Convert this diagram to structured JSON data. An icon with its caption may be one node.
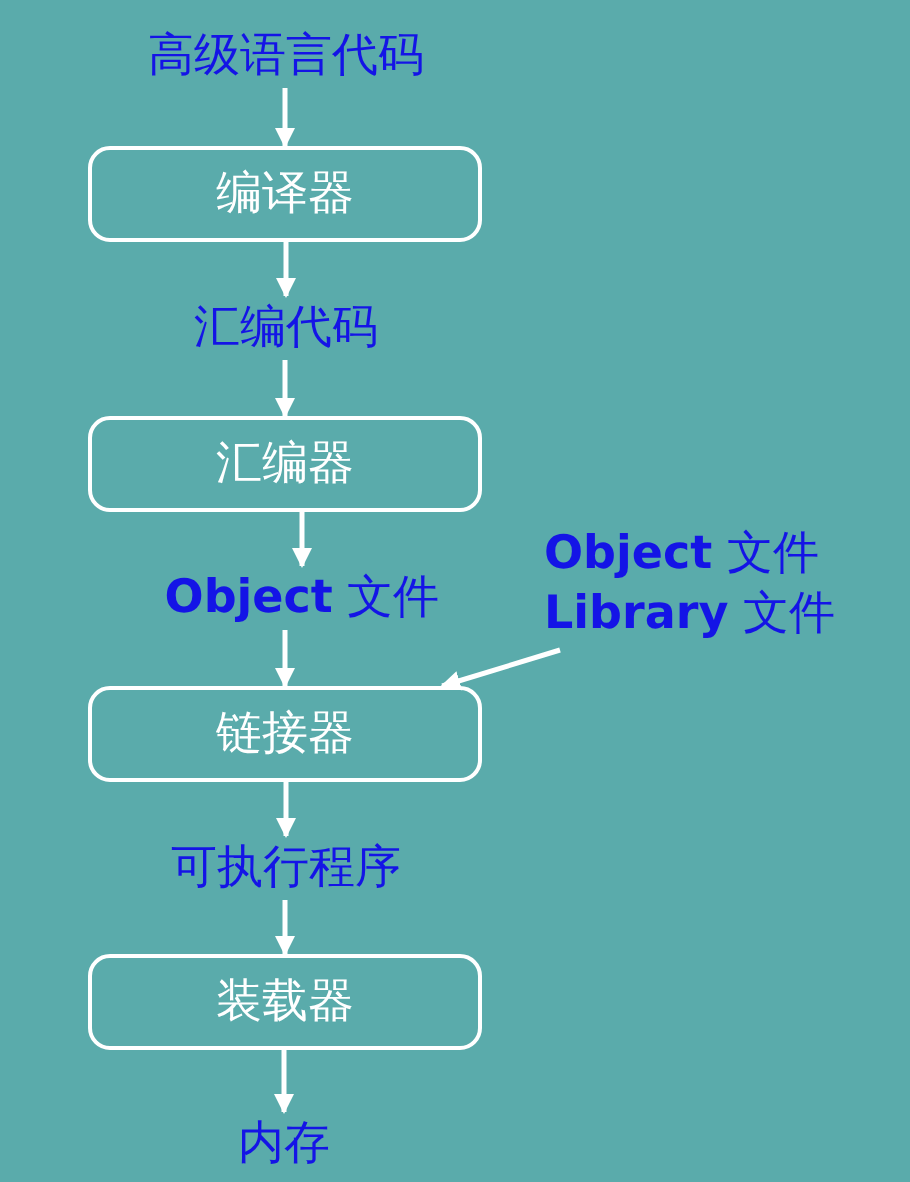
{
  "diagram": {
    "nodes": [
      {
        "text": [
          "高级语言代码"
        ]
      },
      {
        "text": [
          "编译器"
        ]
      },
      {
        "text": [
          "汇编代码"
        ]
      },
      {
        "text": [
          "汇编器"
        ]
      },
      {
        "text": [
          "**Object** 文件"
        ]
      },
      {
        "text": [
          "链接器"
        ]
      },
      {
        "text": [
          "**Object** 文件",
          "**Library** 文件"
        ]
      },
      {
        "text": [
          "可执行程序"
        ]
      },
      {
        "text": [
          "装载器"
        ]
      },
      {
        "text": [
          "内存"
        ]
      }
    ],
    "edges": [
      {
        "from": 0,
        "to": 1,
        "arrow": "to"
      },
      {
        "from": 1,
        "to": 2,
        "arrow": "to"
      },
      {
        "from": 2,
        "to": 3,
        "arrow": "to"
      },
      {
        "from": 3,
        "to": 4,
        "arrow": "to"
      },
      {
        "from": 4,
        "to": 5,
        "arrow": "to"
      },
      {
        "from": 6,
        "to": 5,
        "arrow": "to"
      },
      {
        "from": 5,
        "to": 7,
        "arrow": "to"
      },
      {
        "from": 7,
        "to": 8,
        "arrow": "to"
      },
      {
        "from": 8,
        "to": 9,
        "arrow": "to"
      }
    ]
  }
}
